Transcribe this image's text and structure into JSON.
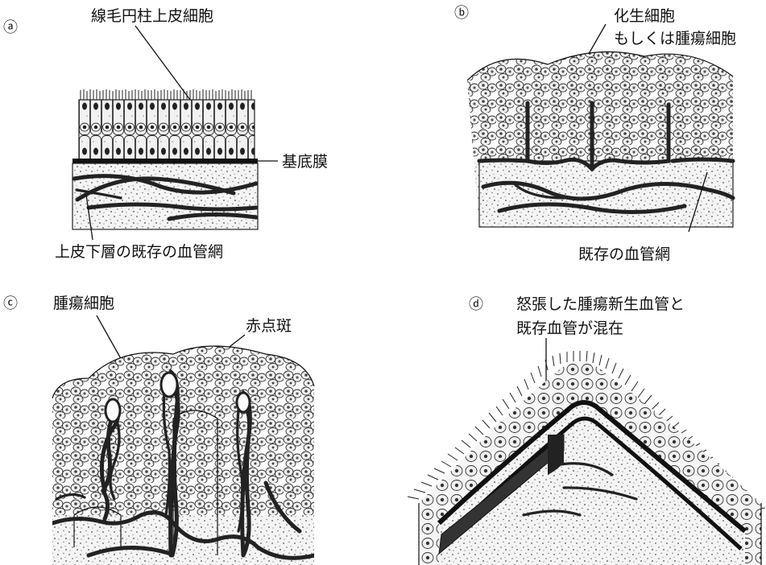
{
  "panels": [
    {
      "marker": "ⓐ",
      "labels": {
        "cells": "線毛円柱上皮細胞",
        "membrane": "基底膜",
        "network": "上皮下層の既存の血管網"
      }
    },
    {
      "marker": "ⓑ",
      "labels": {
        "cells_line1": "化生細胞",
        "cells_line2": "もしくは腫瘍細胞",
        "network": "既存の血管網"
      }
    },
    {
      "marker": "ⓒ",
      "labels": {
        "tumor": "腫瘍細胞",
        "spot": "赤点斑"
      }
    },
    {
      "marker": "ⓓ",
      "labels": {
        "line1": "怒張した腫瘍新生血管と",
        "line2": "既存血管が混在"
      }
    }
  ]
}
